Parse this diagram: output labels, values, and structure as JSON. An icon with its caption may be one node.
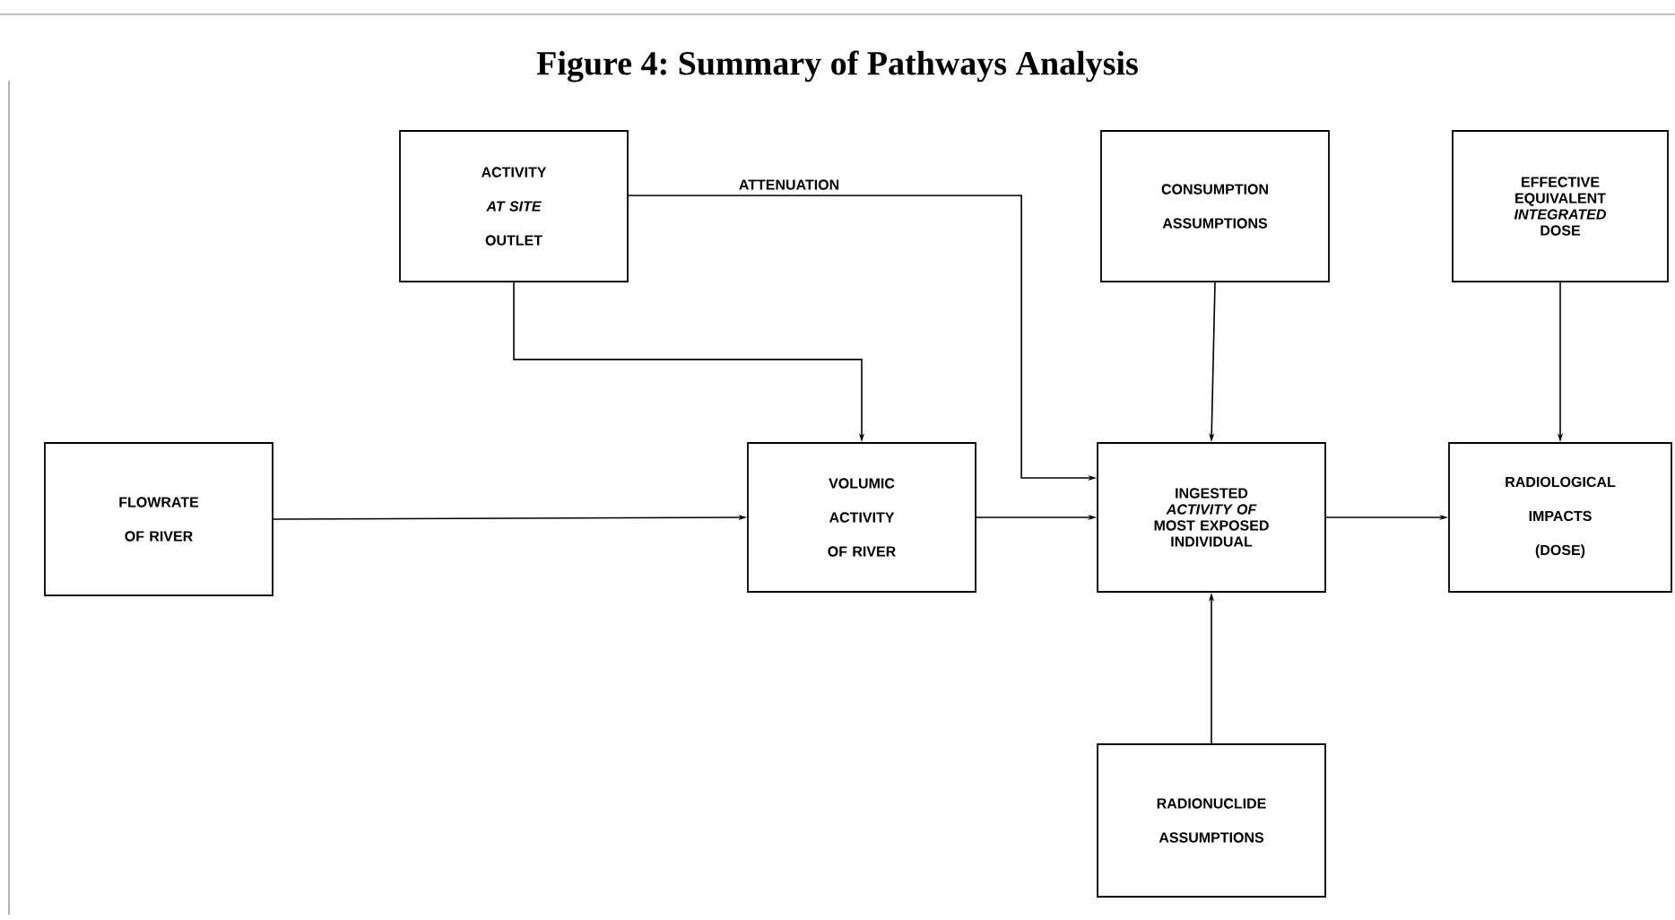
{
  "diagram": {
    "title": "Figure 4: Summary of Pathways Analysis",
    "nodes": [
      {
        "text": [
          "ACTIVITY *AT SITE* OUTLET"
        ]
      },
      {
        "text": [
          "CONSUMPTION ASSUMPTIONS"
        ]
      },
      {
        "text": [
          "EFFECTIVE EQUIVALENT *INTEGRATED* DOSE"
        ]
      },
      {
        "text": [
          "FLOWRATE OF RIVER"
        ]
      },
      {
        "text": [
          "VOLUMIC ACTIVITY OF RIVER"
        ]
      },
      {
        "text": [
          "INGESTED *ACTIVITY OF* MOST EXPOSED INDIVIDUAL"
        ]
      },
      {
        "text": [
          "RADIOLOGICAL IMPACTS (DOSE)"
        ]
      },
      {
        "text": [
          "RADIONUCLIDE ASSUMPTIONS"
        ]
      }
    ],
    "edges": [
      {
        "from": 0,
        "to": 4,
        "arrow": "to"
      },
      {
        "from": 0,
        "to": 5,
        "arrow": "to",
        "label": "ATTENUATION"
      },
      {
        "from": 1,
        "to": 5,
        "arrow": "to"
      },
      {
        "from": 2,
        "to": 6,
        "arrow": "to"
      },
      {
        "from": 3,
        "to": 4,
        "arrow": "to"
      },
      {
        "from": 4,
        "to": 5,
        "arrow": "to"
      },
      {
        "from": 5,
        "to": 6,
        "arrow": "to"
      },
      {
        "from": 7,
        "to": 5,
        "arrow": "to"
      }
    ]
  }
}
